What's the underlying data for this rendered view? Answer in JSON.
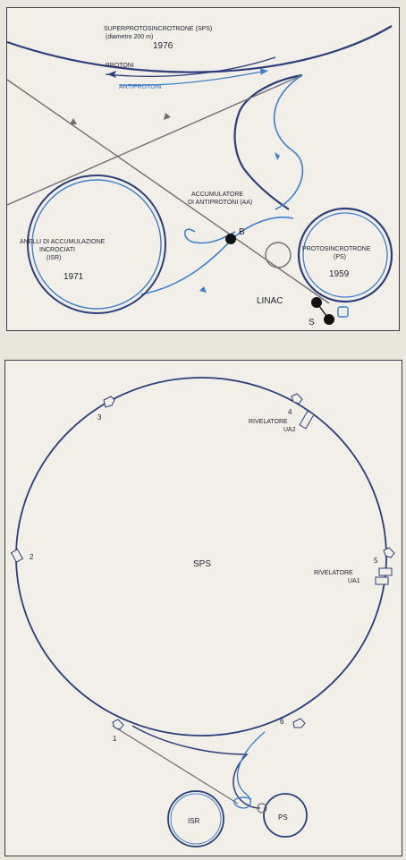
{
  "colors": {
    "paper": "#f1efe8",
    "frame": "#3a3c44",
    "ring": "#2b3e7a",
    "beam": "#3d7fcc",
    "gray_line": "#6e6e74",
    "dot": "#111111"
  },
  "top": {
    "sps_title": "SUPERPROTOSINCROTRONE (SPS)",
    "sps_diameter": "(diametro 200 m)",
    "sps_year": "1976",
    "protons": "PROTONI",
    "antiprotons": "ANTIPROTONI",
    "aa_line1": "ACCUMULATORE",
    "aa_line2": "DI ANTIPROTONI (AA)",
    "target_b": "B",
    "isr_line1": "ANELLI DI ACCUMULAZIONE",
    "isr_line2": "INCROCIATI",
    "isr_line3": "(ISR)",
    "isr_year": "1971",
    "ps_line1": "PROTOSINCROTRONE",
    "ps_line2": "(PS)",
    "ps_year": "1959",
    "linac": "LINAC",
    "s_marker": "S"
  },
  "bottom": {
    "sps_label": "SPS",
    "points": [
      "1",
      "2",
      "3",
      "4",
      "5",
      "6"
    ],
    "detector_ua2_line1": "RIVELATORE",
    "detector_ua2_line2": "UA2",
    "detector_ua1_line1": "RIVELATORE",
    "detector_ua1_line2": "UA1",
    "isr_label": "ISR",
    "ps_label": "PS"
  }
}
